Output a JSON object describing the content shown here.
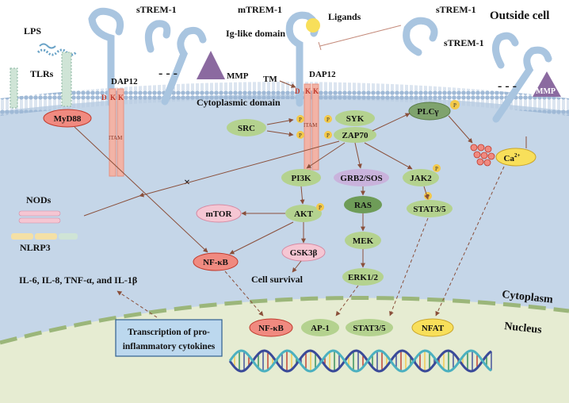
{
  "regions": {
    "outside": "Outside cell",
    "cytoplasm": "Cytoplasm",
    "nucleus": "Nucleus"
  },
  "receptors": {
    "lps": "LPS",
    "tlrs": "TLRs",
    "dap12_left": "DAP12",
    "dap12_right": "DAP12",
    "strem_top_left": "sTREM-1",
    "strem_top_right": "sTREM-1",
    "strem_right": "sTREM-1",
    "mtrem": "mTREM-1",
    "ligands": "Ligands",
    "ig_like": "Ig-like domain",
    "tm": "TM",
    "cytoplasmic_domain": "Cytoplasmic domain",
    "mmp": "MMP",
    "itam": "ITAM",
    "d": "D",
    "k": "K",
    "dash": "- - -"
  },
  "nodes": {
    "myd88": "MyD88",
    "src": "SRC",
    "syk": "SYK",
    "zap70": "ZAP70",
    "plcg": "PLCγ",
    "ca": "Ca",
    "ca_sup": "2+",
    "pi3k": "PI3K",
    "grb2": "GRB2/SOS",
    "jak2": "JAK2",
    "akt": "AKT",
    "mtor": "mTOR",
    "ras": "RAS",
    "stat35": "STAT3/5",
    "gsk3b": "GSK3β",
    "mek": "MEK",
    "nfkb": "NF-κB",
    "erk": "ERK1/2",
    "cell_survival": "Cell survival",
    "nods": "NODs",
    "nlrp3": "NLRP3",
    "p": "P",
    "inhibit_mark": "×"
  },
  "cytokines": "IL-6, IL-8, TNF-α,  and IL-1β",
  "transcription_box": {
    "line1": "Transcription of pro-",
    "line2": "inflammatory cytokines"
  },
  "tf": {
    "nfkb": "NF-κB",
    "ap1": "AP-1",
    "stat35": "STAT3/5",
    "nfat": "NFAT"
  },
  "colors": {
    "cytoplasm": "#c5d6e8",
    "membrane_head": "#9fb9d6",
    "receptor": "#a9c5e0",
    "dap12": "#f2b3a6",
    "myd88": "#f08a80",
    "green_node": "#b4d28f",
    "pink_node": "#f5c6d3",
    "purple_node": "#c9b3dc",
    "dark_green_node": "#6e9c58",
    "plcg": "#7fa36d",
    "ca": "#f8df5a",
    "mmp": "#8b6aa0",
    "phospho": "#f3c94a",
    "arrow": "#8a4f3a",
    "nucleus_line": "#9bb67a",
    "dna_a": "#3a4a99",
    "dna_b": "#4bb0c0"
  }
}
